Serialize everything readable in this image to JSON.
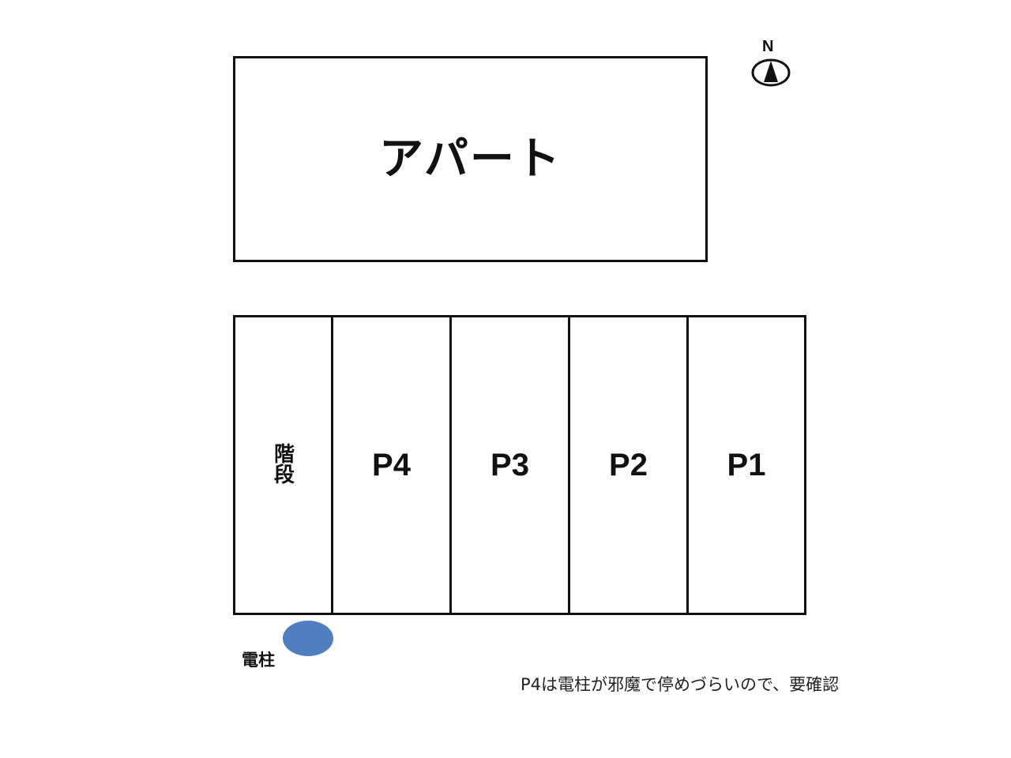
{
  "building": {
    "label": "アパート"
  },
  "parking": {
    "cells": [
      {
        "id": "stairs",
        "label": "階段",
        "width": 124
      },
      {
        "id": "p4",
        "label": "P4",
        "width": 150
      },
      {
        "id": "p3",
        "label": "P3",
        "width": 150
      },
      {
        "id": "p2",
        "label": "P2",
        "width": 150
      },
      {
        "id": "p1",
        "label": "P1",
        "width": 152
      }
    ]
  },
  "pole": {
    "label": "電柱",
    "color": "#4f7fc0"
  },
  "compass": {
    "label": "N"
  },
  "note": {
    "text": "P4は電柱が邪魔で停めづらいので、要確認"
  }
}
